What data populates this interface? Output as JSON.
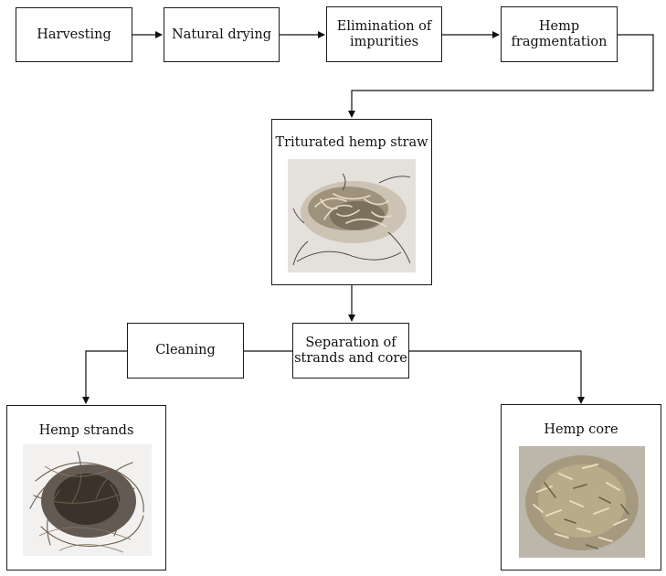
{
  "steps": {
    "harvesting": "Harvesting",
    "natural_drying": "Natural drying",
    "elimination_line1": "Elimination of",
    "elimination_line2": "impurities",
    "fragmentation_line1": "Hemp",
    "fragmentation_line2": "fragmentation",
    "cleaning": "Cleaning",
    "separation_line1": "Separation of",
    "separation_line2": "strands and core"
  },
  "products": {
    "straw": "Triturated hemp straw",
    "strands": "Hemp strands",
    "core": "Hemp core"
  }
}
